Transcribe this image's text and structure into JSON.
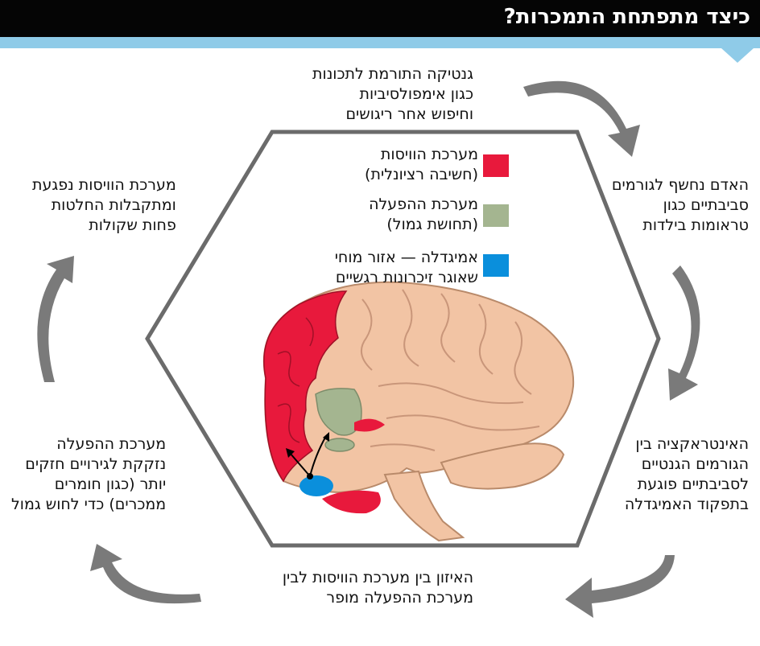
{
  "title": "כיצד מתפתחת התמכרות?",
  "cycle": [
    {
      "id": "genetics",
      "text": "גנטיקה התורמת לתכונות\nכגון אימפולסיביות\nוחיפוש אחר ריגושים"
    },
    {
      "id": "exposure",
      "text": "האדם נחשף לגורמים\nסביבתיים כגון\nטראומות בילדות"
    },
    {
      "id": "interaction",
      "text": "האינטראקציה בין\nהגורמים הגנטיים\nלסביבתיים פוגעת\nבתפקוד האמיגדלה"
    },
    {
      "id": "balance",
      "text": "האיזון בין מערכת הוויסות לבין\nמערכת ההפעלה מופר"
    },
    {
      "id": "activation",
      "text": "מערכת ההפעלה\nנזקקת לגירויים חזקים\nיותר (כגון חומרים\nממכרים) כדי לחוש גמול"
    },
    {
      "id": "regulation",
      "text": "מערכת הוויסות נפגעת\nומתקבלות החלטות\nפחות שקולות"
    }
  ],
  "legend": [
    {
      "text": "מערכת הוויסות\n(חשיבה רציונלית)",
      "color": "#e8193c"
    },
    {
      "text": "מערכת ההפעלה\n(תחושת גמול)",
      "color": "#a4b590"
    },
    {
      "text": "אמיגדלה — אזור מוחי\nשאוגר זיכרונות רגשיים",
      "color": "#0a8fdc"
    }
  ],
  "colors": {
    "arrow": "#7a7a7a",
    "hexagon": "#6b6b6b",
    "brain": "#f2c4a4",
    "brain_line": "#b98a6a",
    "header": "#050505",
    "header_stripe": "#8fcbe8"
  }
}
